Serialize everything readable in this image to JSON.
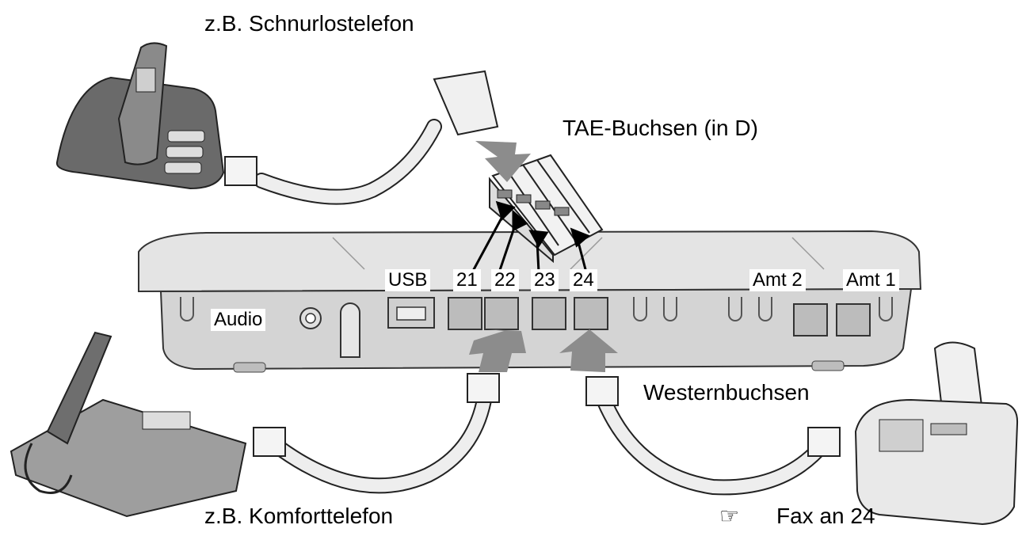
{
  "labels": {
    "cordless_phone": "z.B. Schnurlostelefon",
    "tae_sockets": "TAE-Buchsen (in D)",
    "usb": "USB",
    "port_21": "21",
    "port_22": "22",
    "port_23": "23",
    "port_24": "24",
    "amt_2": "Amt 2",
    "amt_1": "Amt 1",
    "audio": "Audio",
    "western_sockets": "Westernbuchsen",
    "comfort_phone": "z.B. Komforttelefon",
    "hint_symbol": "☞",
    "fax_hint": "Fax an 24"
  },
  "colors": {
    "device_body": "#d9d9d9",
    "device_shadow": "#a8a8a8",
    "arrow_gray": "#8c8c8c",
    "phone_dark": "#5a5a5a",
    "cable": "#eeeeee"
  }
}
